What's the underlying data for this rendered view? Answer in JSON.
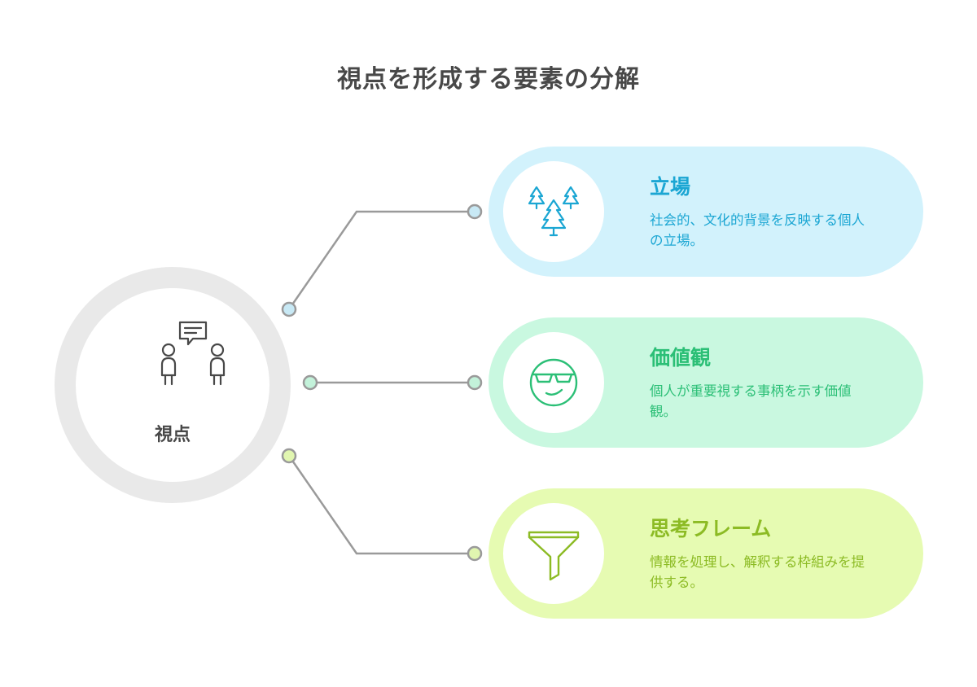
{
  "title": "視点を形成する要素の分解",
  "center": {
    "label": "視点",
    "icon": "conversation-icon"
  },
  "branches": [
    {
      "heading": "立場",
      "description": "社会的、文化的背景を反映する個人の立場。",
      "icon": "trees-icon",
      "color": "#1ba6d3"
    },
    {
      "heading": "価値観",
      "description": "個人が重要視する事柄を示す価値観。",
      "icon": "sunglasses-face-icon",
      "color": "#2bbf76"
    },
    {
      "heading": "思考フレーム",
      "description": "情報を処理し、解釈する枠組みを提供する。",
      "icon": "funnel-icon",
      "color": "#8cbb24"
    }
  ]
}
